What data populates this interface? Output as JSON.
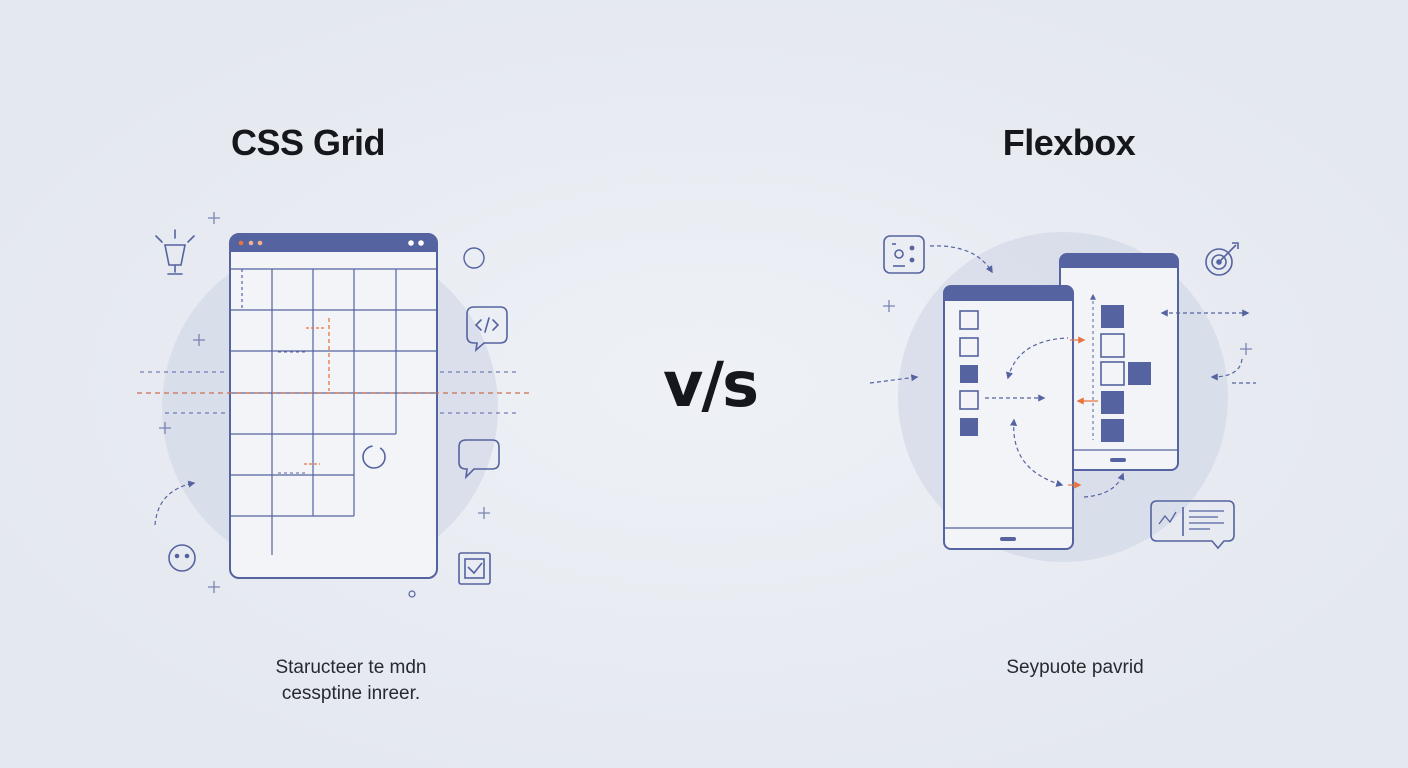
{
  "left": {
    "title": "CSS Grid",
    "caption_line1": "Staructeer te mdn",
    "caption_line2": "cessptine inreer."
  },
  "center": {
    "vs_label": "v/s"
  },
  "right": {
    "title": "Flexbox",
    "caption": "Seypuote pavrid"
  },
  "colors": {
    "primary": "#5563a0",
    "accent": "#e8733e",
    "circle": "#d4d9e8",
    "panel": "#f2f4f8",
    "text": "#15171c"
  },
  "icons": [
    "lightbulb-icon",
    "code-bubble-icon",
    "chat-bubble-icon",
    "smiley-icon",
    "checkbox-icon",
    "face-detect-icon",
    "target-icon",
    "chart-note-icon"
  ]
}
